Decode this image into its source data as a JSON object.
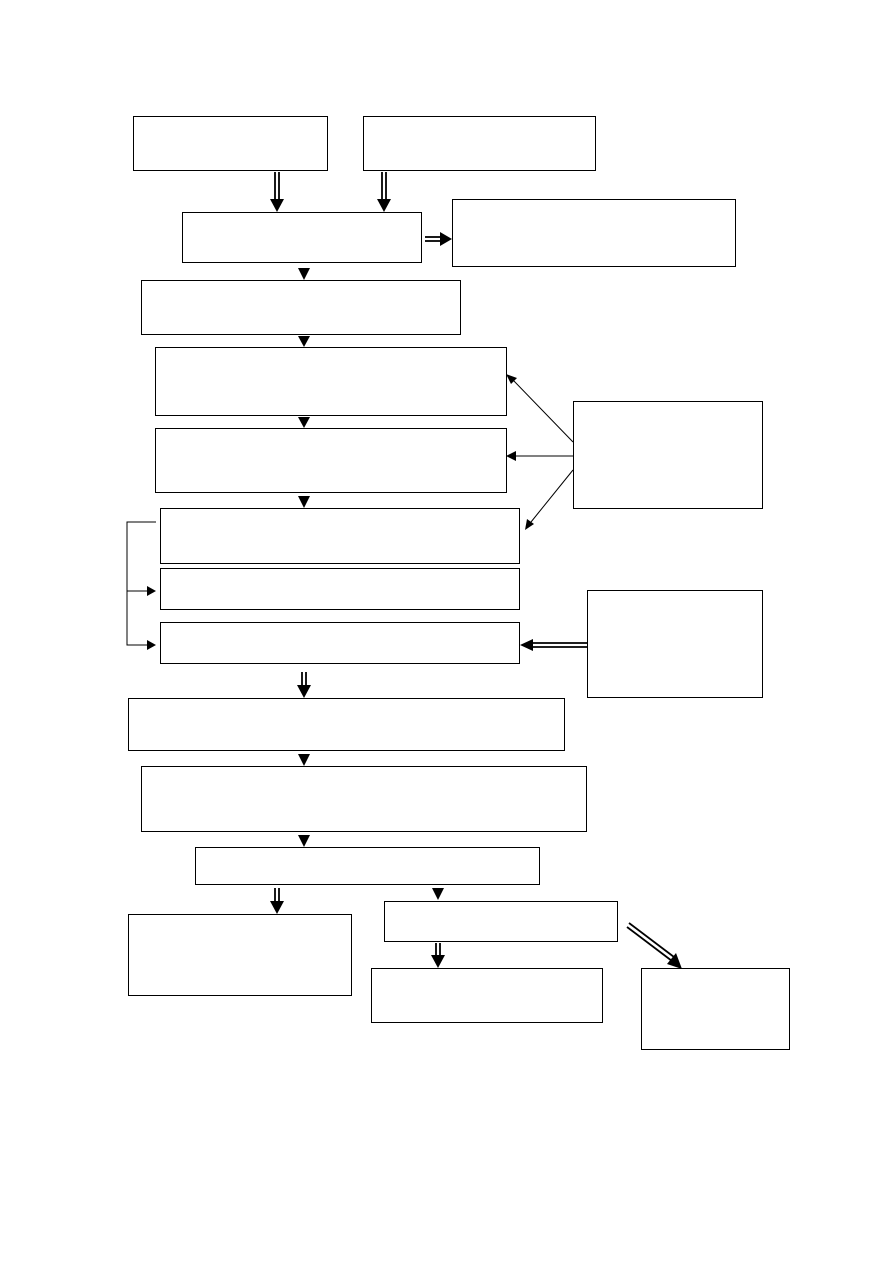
{
  "diagram": {
    "type": "flowchart",
    "boxes": [
      {
        "id": "input-left",
        "label": ""
      },
      {
        "id": "input-right",
        "label": ""
      },
      {
        "id": "merge",
        "label": ""
      },
      {
        "id": "side-output-top",
        "label": ""
      },
      {
        "id": "step-2",
        "label": ""
      },
      {
        "id": "step-3",
        "label": ""
      },
      {
        "id": "step-4",
        "label": ""
      },
      {
        "id": "notes-right-1",
        "label": ""
      },
      {
        "id": "step-5a",
        "label": ""
      },
      {
        "id": "step-5b",
        "label": ""
      },
      {
        "id": "step-5c",
        "label": ""
      },
      {
        "id": "notes-right-2",
        "label": ""
      },
      {
        "id": "step-6",
        "label": ""
      },
      {
        "id": "step-7",
        "label": ""
      },
      {
        "id": "step-8",
        "label": ""
      },
      {
        "id": "outcome-left",
        "label": ""
      },
      {
        "id": "branch-middle",
        "label": ""
      },
      {
        "id": "outcome-middle",
        "label": ""
      },
      {
        "id": "outcome-right",
        "label": ""
      }
    ],
    "connectors": [
      {
        "from": "input-left",
        "to": "merge",
        "style": "double"
      },
      {
        "from": "input-right",
        "to": "merge",
        "style": "double"
      },
      {
        "from": "merge",
        "to": "side-output-top",
        "style": "double"
      },
      {
        "from": "merge",
        "to": "step-2",
        "style": "solid"
      },
      {
        "from": "step-2",
        "to": "step-3",
        "style": "solid"
      },
      {
        "from": "step-3",
        "to": "step-4",
        "style": "solid"
      },
      {
        "from": "step-4",
        "to": "step-5a",
        "style": "solid"
      },
      {
        "from": "notes-right-1",
        "to": "step-3",
        "style": "thin"
      },
      {
        "from": "notes-right-1",
        "to": "step-4",
        "style": "thin"
      },
      {
        "from": "notes-right-1",
        "to": "step-5a",
        "style": "thin"
      },
      {
        "from": "step-5a",
        "to": "step-5b",
        "style": "bracket"
      },
      {
        "from": "step-5a",
        "to": "step-5c",
        "style": "bracket"
      },
      {
        "from": "notes-right-2",
        "to": "step-5c",
        "style": "double"
      },
      {
        "from": "step-5c",
        "to": "step-6",
        "style": "double"
      },
      {
        "from": "step-6",
        "to": "step-7",
        "style": "solid"
      },
      {
        "from": "step-7",
        "to": "step-8",
        "style": "solid"
      },
      {
        "from": "step-8",
        "to": "outcome-left",
        "style": "double"
      },
      {
        "from": "step-8",
        "to": "branch-middle",
        "style": "solid"
      },
      {
        "from": "branch-middle",
        "to": "outcome-middle",
        "style": "double"
      },
      {
        "from": "branch-middle",
        "to": "outcome-right",
        "style": "double"
      }
    ]
  }
}
